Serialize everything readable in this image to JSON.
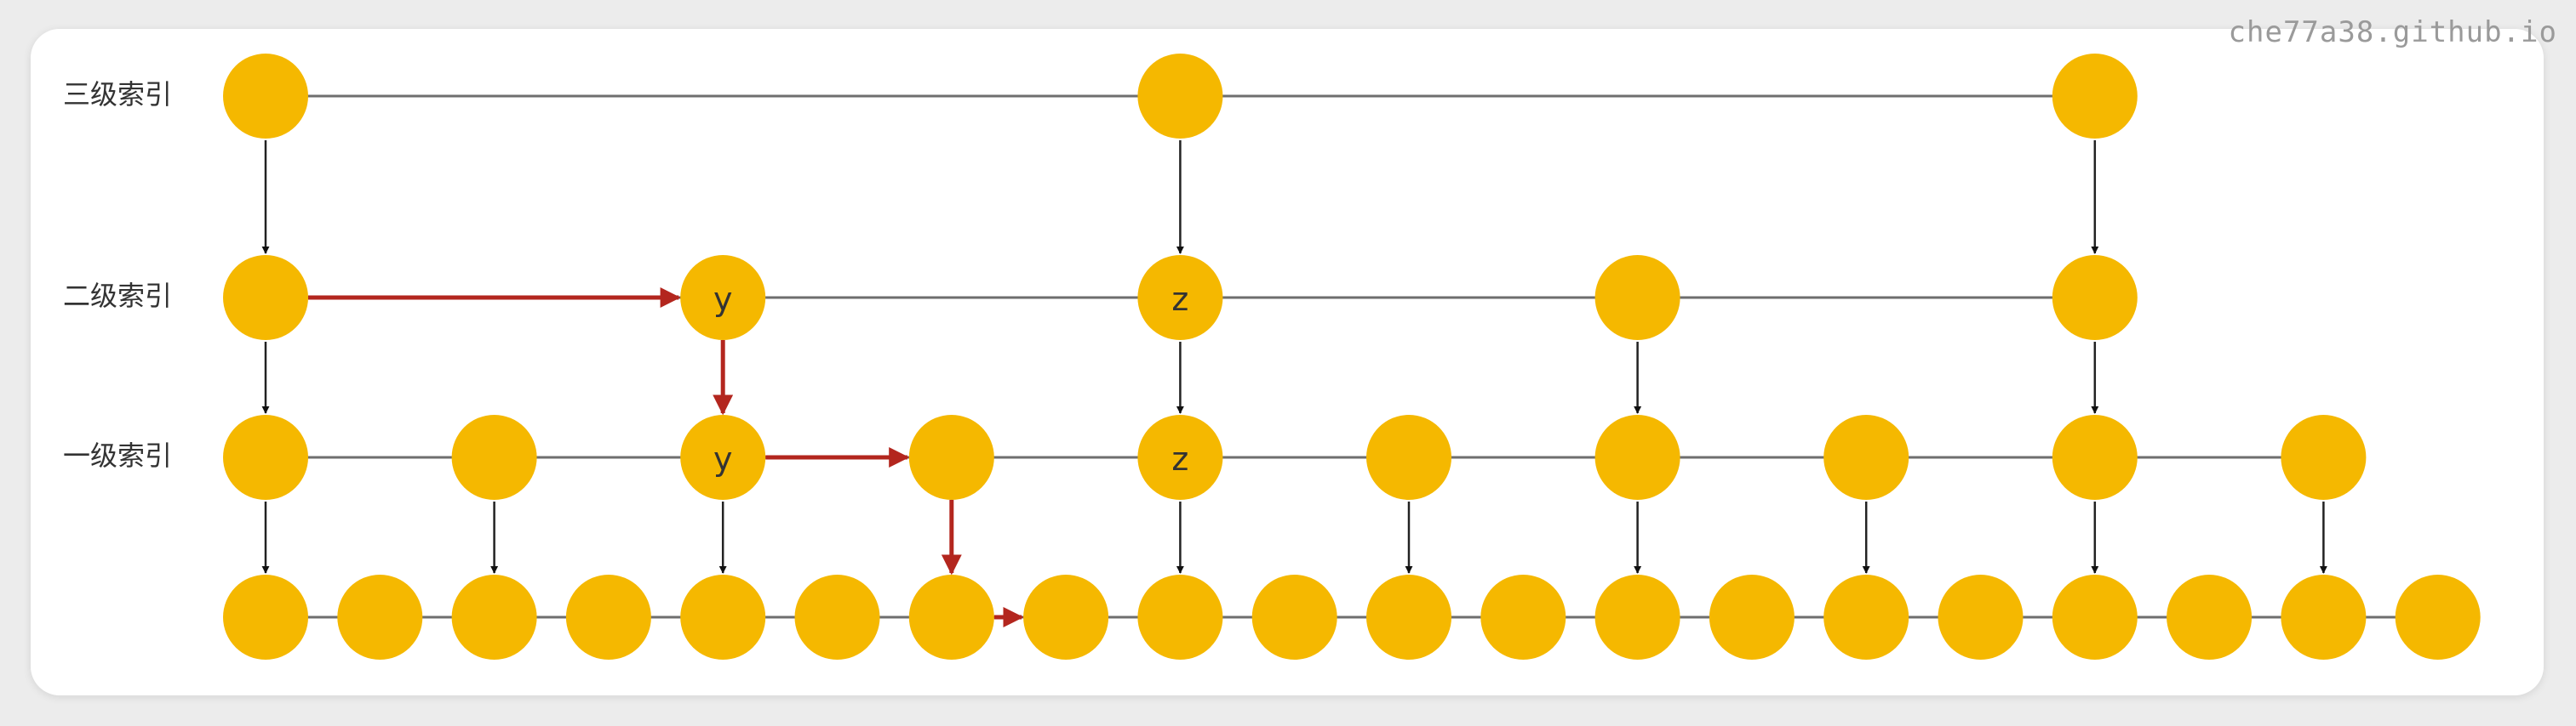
{
  "watermark": "che77a38.github.io",
  "levels": [
    {
      "label": "三级索引"
    },
    {
      "label": "二级索引"
    },
    {
      "label": "一级索引"
    },
    {
      "label": ""
    }
  ],
  "colors": {
    "node": "#f5b800",
    "line": "#6e6e6e",
    "highlight": "#b3261e",
    "text": "#333333"
  },
  "graph": {
    "columns": 20,
    "rows": [
      {
        "level": 3,
        "cols": [
          0,
          8,
          16
        ],
        "letters": {}
      },
      {
        "level": 2,
        "cols": [
          0,
          4,
          8,
          12,
          16
        ],
        "letters": {
          "4": "y",
          "8": "z"
        }
      },
      {
        "level": 1,
        "cols": [
          0,
          2,
          4,
          6,
          8,
          10,
          12,
          14,
          16,
          18
        ],
        "letters": {
          "4": "y",
          "8": "z"
        }
      },
      {
        "level": 0,
        "cols": [
          0,
          1,
          2,
          3,
          4,
          5,
          6,
          7,
          8,
          9,
          10,
          11,
          12,
          13,
          14,
          15,
          16,
          17,
          18,
          19
        ],
        "letters": {}
      }
    ],
    "search_path": [
      {
        "row": 1,
        "from": 0,
        "to": 4,
        "dir": "horizontal"
      },
      {
        "row": 1,
        "col": 4,
        "dir": "down"
      },
      {
        "row": 2,
        "from": 4,
        "to": 6,
        "dir": "horizontal"
      },
      {
        "row": 2,
        "col": 6,
        "dir": "down"
      },
      {
        "row": 3,
        "from": 6,
        "to": 7,
        "dir": "horizontal"
      }
    ]
  }
}
